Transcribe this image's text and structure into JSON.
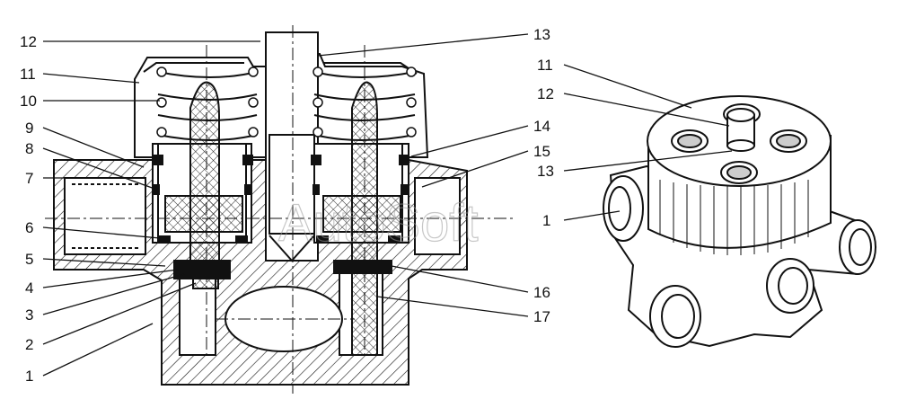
{
  "watermark": "AutoSoft",
  "section_labels_left": [
    "12",
    "11",
    "10",
    "9",
    "8",
    "7",
    "6",
    "5",
    "4",
    "3",
    "2",
    "1"
  ],
  "section_labels_right": [
    "13",
    "14",
    "15",
    "16",
    "17"
  ],
  "perspective_labels": [
    "11",
    "12",
    "13",
    "1"
  ]
}
